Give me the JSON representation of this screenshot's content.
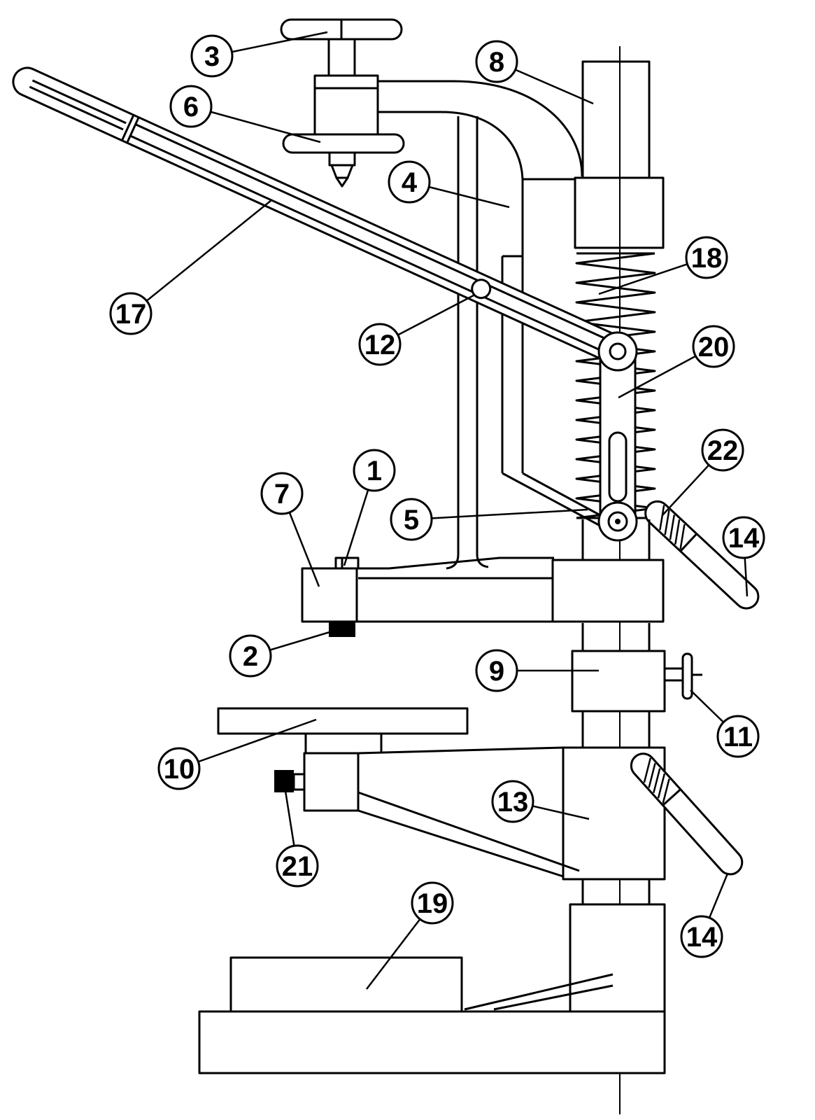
{
  "figure": {
    "background_color": "#ffffff",
    "line_color": "#000000",
    "knob_fill_color": "#000000"
  },
  "callouts": [
    {
      "label": "3"
    },
    {
      "label": "6"
    },
    {
      "label": "8"
    },
    {
      "label": "4"
    },
    {
      "label": "17"
    },
    {
      "label": "12"
    },
    {
      "label": "18"
    },
    {
      "label": "20"
    },
    {
      "label": "22"
    },
    {
      "label": "14"
    },
    {
      "label": "1"
    },
    {
      "label": "7"
    },
    {
      "label": "5"
    },
    {
      "label": "2"
    },
    {
      "label": "9"
    },
    {
      "label": "11"
    },
    {
      "label": "10"
    },
    {
      "label": "13"
    },
    {
      "label": "21"
    },
    {
      "label": "19"
    },
    {
      "label": "14"
    }
  ]
}
